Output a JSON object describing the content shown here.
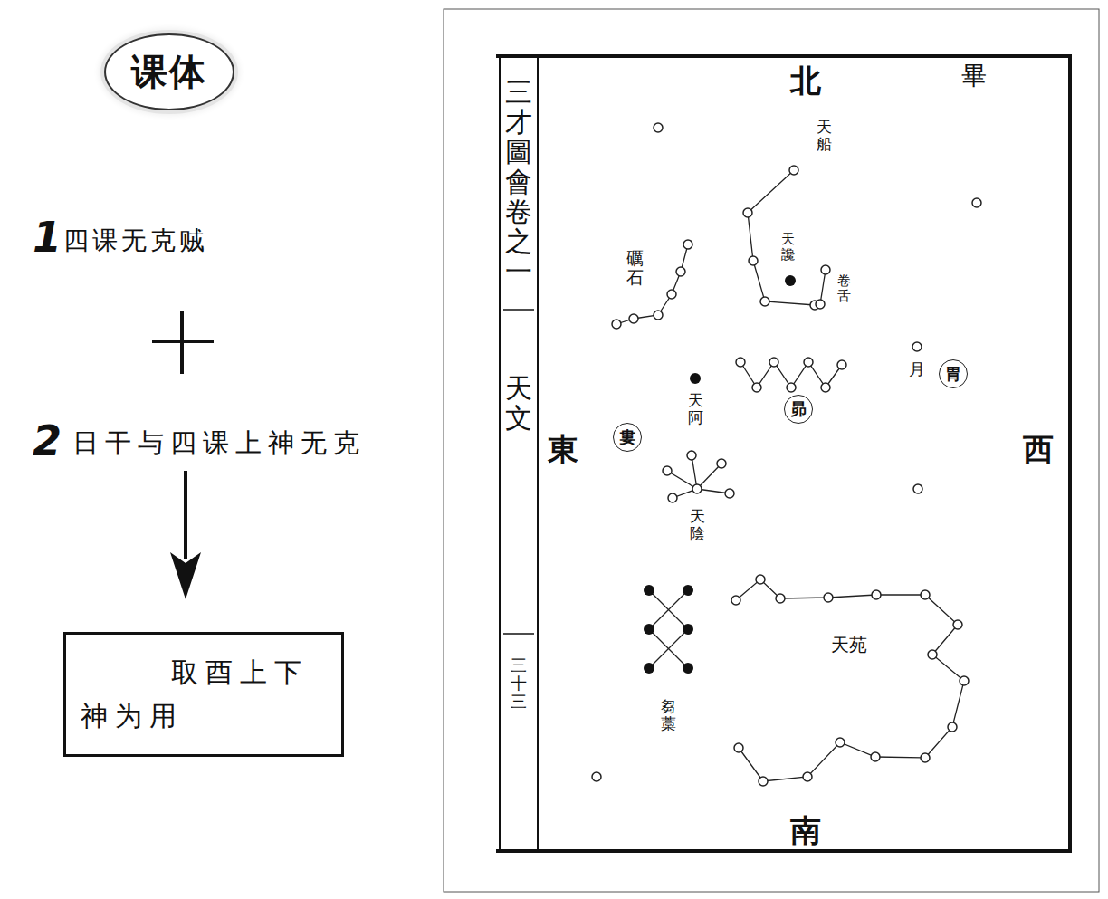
{
  "diagram": {
    "nodes": [
      {
        "text": [
          "课体"
        ]
      },
      {
        "text": [
          "取酉上下 神为用"
        ]
      },
      {
        "text": [
          "胃"
        ]
      },
      {
        "text": [
          "昴"
        ]
      },
      {
        "text": [
          "婁"
        ]
      }
    ],
    "labels": [
      "1",
      "四课无克贼",
      "2",
      "日干与四课上神无克",
      "三才圖會卷之一",
      "天文",
      "三十三",
      "北",
      "畢",
      "東",
      "西",
      "南",
      "天船",
      "天讒",
      "卷舌",
      "礪石",
      "天阿",
      "月",
      "天陰",
      "芻藁",
      "天苑"
    ]
  }
}
